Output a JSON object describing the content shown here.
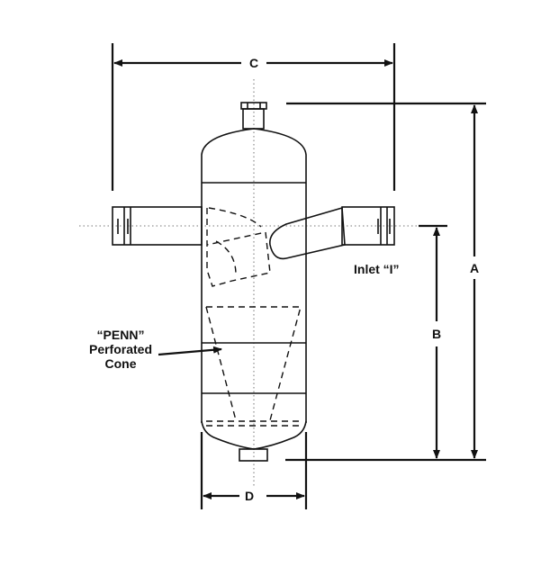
{
  "dimensions": {
    "a": "A",
    "b": "B",
    "c": "C",
    "d": "D"
  },
  "labels": {
    "inlet": "Inlet “I”",
    "cone_line1": "“PENN”",
    "cone_line2": "Perforated",
    "cone_line3": "Cone"
  }
}
